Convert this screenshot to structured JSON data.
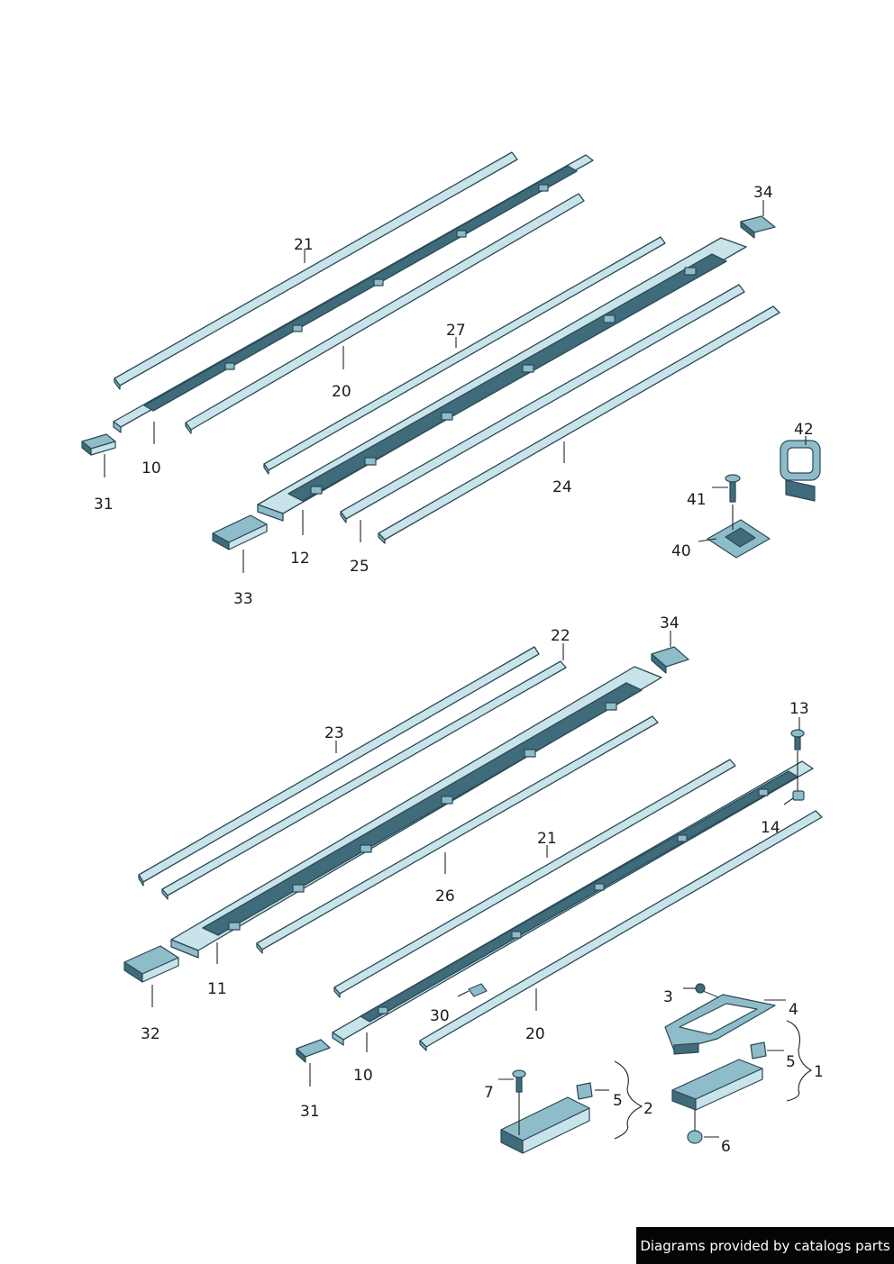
{
  "callouts": {
    "c21a": "21",
    "c34a": "34",
    "c27": "27",
    "c20a": "20",
    "c10a": "10",
    "c31a": "31",
    "c42": "42",
    "c41": "41",
    "c24": "24",
    "c12": "12",
    "c25": "25",
    "c40": "40",
    "c33": "33",
    "c22": "22",
    "c34b": "34",
    "c23": "23",
    "c13": "13",
    "c14": "14",
    "c21b": "21",
    "c26": "26",
    "c11": "11",
    "c32": "32",
    "c3": "3",
    "c4": "4",
    "c30": "30",
    "c20b": "20",
    "c5a": "5",
    "c1": "1",
    "c10b": "10",
    "c7": "7",
    "c5b": "5",
    "c2": "2",
    "c31b": "31",
    "c6": "6"
  },
  "footer": {
    "credit": "Diagrams provided by catalogs parts"
  },
  "colors": {
    "part_light": "#c9e3ea",
    "part_mid": "#8fbcc9",
    "part_dark": "#3f6b7a",
    "outline": "#2b4a56"
  }
}
